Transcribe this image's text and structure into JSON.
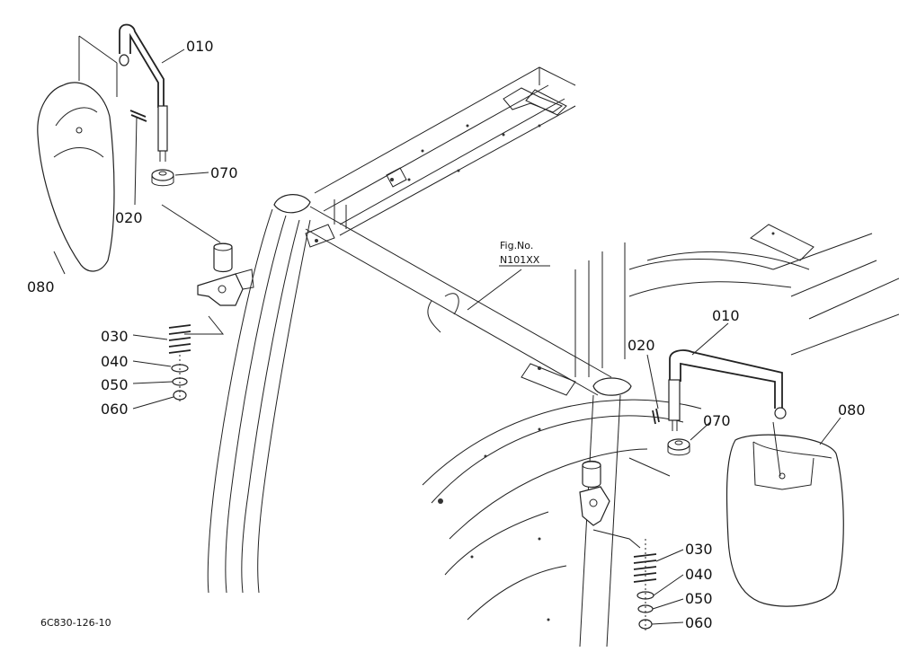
{
  "figure": {
    "ref_label": "Fig.No.",
    "ref_number": "N101XX",
    "code": "6C830-126-10"
  },
  "callouts": [
    {
      "id": "l010",
      "text": "010"
    },
    {
      "id": "l070",
      "text": "070"
    },
    {
      "id": "l020",
      "text": "020"
    },
    {
      "id": "l080",
      "text": "080"
    },
    {
      "id": "l030",
      "text": "030"
    },
    {
      "id": "l040",
      "text": "040"
    },
    {
      "id": "l050",
      "text": "050"
    },
    {
      "id": "l060",
      "text": "060"
    },
    {
      "id": "r010",
      "text": "010"
    },
    {
      "id": "r020",
      "text": "020"
    },
    {
      "id": "r070",
      "text": "070"
    },
    {
      "id": "r080",
      "text": "080"
    },
    {
      "id": "r030",
      "text": "030"
    },
    {
      "id": "r040",
      "text": "040"
    },
    {
      "id": "r050",
      "text": "050"
    },
    {
      "id": "r060",
      "text": "060"
    }
  ]
}
